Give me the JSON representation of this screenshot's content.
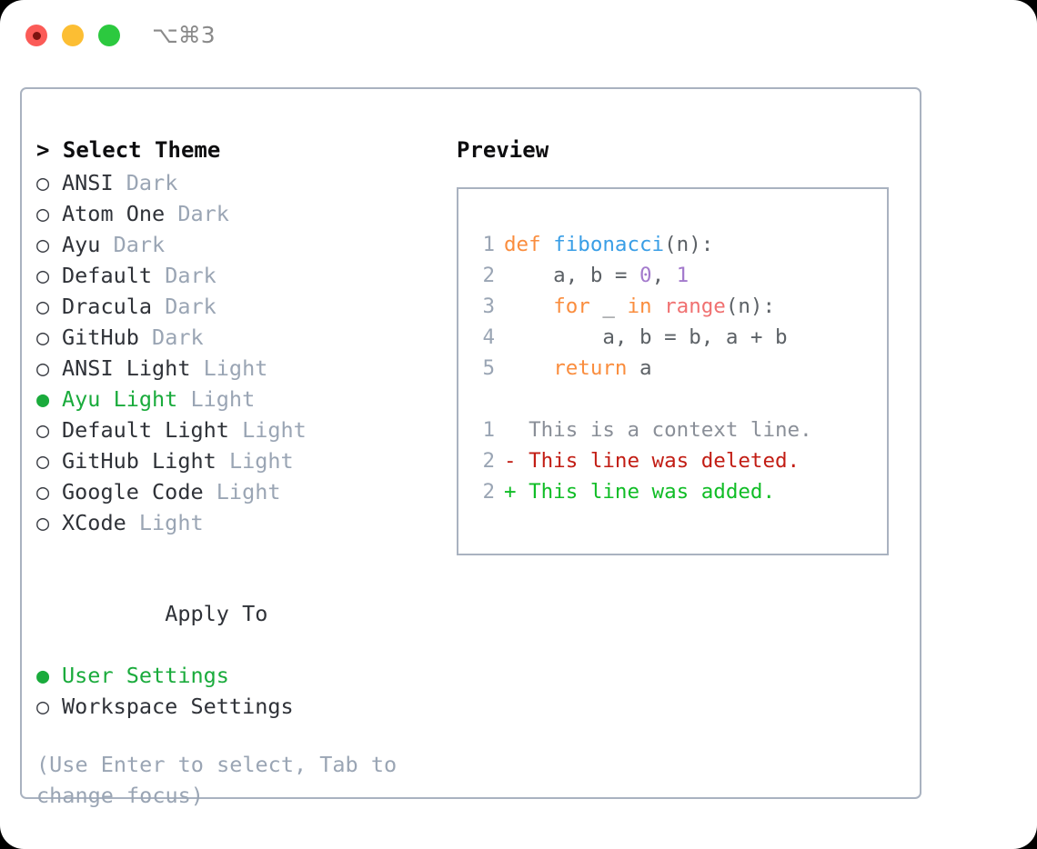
{
  "window": {
    "shortcut": "⌥⌘3",
    "traffic_lights": [
      "close-red",
      "minimize-yellow",
      "zoom-green"
    ]
  },
  "theme_picker": {
    "prompt": "> Select Theme",
    "marker_selected": "●",
    "marker_unselected": "○",
    "items": [
      {
        "name": "ANSI",
        "variant": "Dark",
        "selected": false
      },
      {
        "name": "Atom One",
        "variant": "Dark",
        "selected": false
      },
      {
        "name": "Ayu",
        "variant": "Dark",
        "selected": false
      },
      {
        "name": "Default",
        "variant": "Dark",
        "selected": false
      },
      {
        "name": "Dracula",
        "variant": "Dark",
        "selected": false
      },
      {
        "name": "GitHub",
        "variant": "Dark",
        "selected": false
      },
      {
        "name": "ANSI Light",
        "variant": "Light",
        "selected": false
      },
      {
        "name": "Ayu Light",
        "variant": "Light",
        "selected": true
      },
      {
        "name": "Default Light",
        "variant": "Light",
        "selected": false
      },
      {
        "name": "GitHub Light",
        "variant": "Light",
        "selected": false
      },
      {
        "name": "Google Code",
        "variant": "Light",
        "selected": false
      },
      {
        "name": "XCode",
        "variant": "Light",
        "selected": false
      }
    ]
  },
  "apply_to": {
    "heading": "Apply To",
    "options": [
      {
        "label": "User Settings",
        "selected": true
      },
      {
        "label": "Workspace Settings",
        "selected": false
      }
    ]
  },
  "hint": "(Use Enter to select, Tab to change focus)",
  "preview": {
    "title": "Preview",
    "code_lines": [
      {
        "number": "1",
        "tokens": [
          {
            "text": "def ",
            "cls": "kw"
          },
          {
            "text": "fibonacci",
            "cls": "fn"
          },
          {
            "text": "(n):",
            "cls": "punct"
          }
        ]
      },
      {
        "number": "2",
        "tokens": [
          {
            "text": "    a, b = ",
            "cls": "ident"
          },
          {
            "text": "0",
            "cls": "num"
          },
          {
            "text": ", ",
            "cls": "punct"
          },
          {
            "text": "1",
            "cls": "num"
          }
        ]
      },
      {
        "number": "3",
        "tokens": [
          {
            "text": "    ",
            "cls": "ident"
          },
          {
            "text": "for ",
            "cls": "kw"
          },
          {
            "text": "_ ",
            "cls": "ident"
          },
          {
            "text": "in ",
            "cls": "kw"
          },
          {
            "text": "range",
            "cls": "bi"
          },
          {
            "text": "(n):",
            "cls": "punct"
          }
        ]
      },
      {
        "number": "4",
        "tokens": [
          {
            "text": "        a, b = b, a + b",
            "cls": "ident"
          }
        ]
      },
      {
        "number": "5",
        "tokens": [
          {
            "text": "    ",
            "cls": "ident"
          },
          {
            "text": "return ",
            "cls": "kw"
          },
          {
            "text": "a",
            "cls": "ident"
          }
        ]
      }
    ],
    "diff_lines": [
      {
        "number": "1",
        "sign": " ",
        "text": " This is a context line.",
        "kind": "context"
      },
      {
        "number": "2",
        "sign": "-",
        "text": " This line was deleted.",
        "kind": "deleted"
      },
      {
        "number": "2",
        "sign": "+",
        "text": " This line was added.",
        "kind": "added"
      }
    ]
  },
  "colors": {
    "accent_green": "#1aab3c",
    "muted_gray": "#9aa5b4",
    "border": "#a9b2c0",
    "keyword_orange": "#fa8d3e",
    "function_blue": "#399ee6",
    "builtin_red": "#f07171",
    "number_purple": "#a37acc",
    "diff_deleted": "#c21d14",
    "diff_added": "#10bd26"
  }
}
